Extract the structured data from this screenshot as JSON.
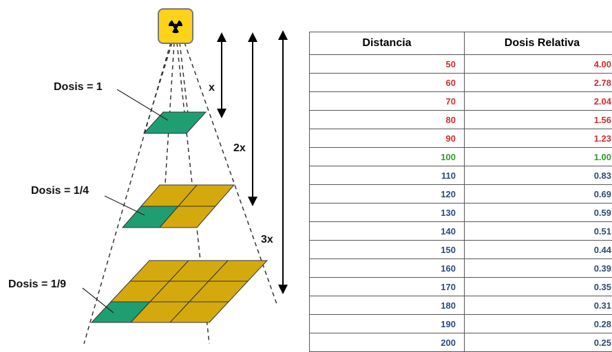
{
  "labels": {
    "dose_1": "Dosis = 1",
    "dose_quarter": "Dosis = 1/4",
    "dose_ninth": "Dosis = 1/9",
    "dist_x": "x",
    "dist_2x": "2x",
    "dist_3x": "3x"
  },
  "table": {
    "headers": [
      "Distancia",
      "Dosis Relativa"
    ],
    "rows": [
      {
        "distance": "50",
        "dose": "4.00",
        "status": "above"
      },
      {
        "distance": "60",
        "dose": "2.78",
        "status": "above"
      },
      {
        "distance": "70",
        "dose": "2.04",
        "status": "above"
      },
      {
        "distance": "80",
        "dose": "1.56",
        "status": "above"
      },
      {
        "distance": "90",
        "dose": "1.23",
        "status": "above"
      },
      {
        "distance": "100",
        "dose": "1.00",
        "status": "reference"
      },
      {
        "distance": "110",
        "dose": "0.83",
        "status": "below"
      },
      {
        "distance": "120",
        "dose": "0.69",
        "status": "below"
      },
      {
        "distance": "130",
        "dose": "0.59",
        "status": "below"
      },
      {
        "distance": "140",
        "dose": "0.51",
        "status": "below"
      },
      {
        "distance": "150",
        "dose": "0.44",
        "status": "below"
      },
      {
        "distance": "160",
        "dose": "0.39",
        "status": "below"
      },
      {
        "distance": "170",
        "dose": "0.35",
        "status": "below"
      },
      {
        "distance": "180",
        "dose": "0.31",
        "status": "below"
      },
      {
        "distance": "190",
        "dose": "0.28",
        "status": "below"
      },
      {
        "distance": "200",
        "dose": "0.25",
        "status": "below"
      }
    ]
  },
  "colors": {
    "above": "#d42b2b",
    "reference": "#2e9a2e",
    "below": "#2c4a7c",
    "tile_green": "#1f9e72",
    "tile_gold": "#d4a90e",
    "source_bg": "#ffd21a"
  },
  "icons": {
    "source": "radiation-trefoil-icon"
  }
}
